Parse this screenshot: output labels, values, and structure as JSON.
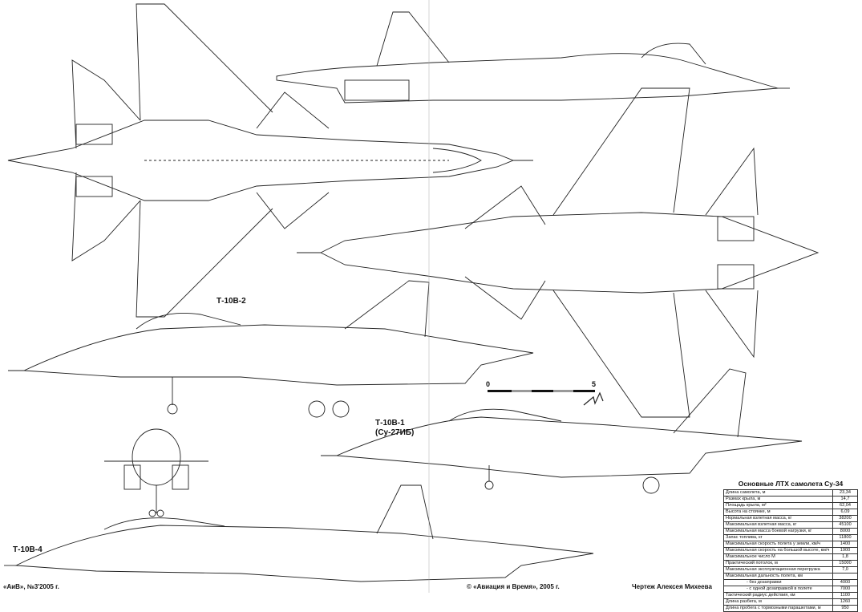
{
  "labels": {
    "t10v2": "Т-10В-2",
    "t10v1_line1": "Т-10В-1",
    "t10v1_line2": "(Су-27ИБ)",
    "t10v4": "Т-10В-4"
  },
  "scale": {
    "start": "0",
    "end": "5"
  },
  "footer": {
    "journal": "«АиВ», №3'2005 г.",
    "copyright": "© «Авиация и Время», 2005 г.",
    "author": "Чертеж Алексея Михеева"
  },
  "specs": {
    "title": "Основные ЛТХ самолета Су-34",
    "rows": [
      {
        "label": "Длина самолета, м",
        "value": "23,34"
      },
      {
        "label": "Размах крыла, м",
        "value": "14,7"
      },
      {
        "label": "Площадь крыла, м²",
        "value": "62,04"
      },
      {
        "label": "Высота на стоянке, м",
        "value": "6,09"
      },
      {
        "label": "Нормальная взлетная масса, кг",
        "value": "38200"
      },
      {
        "label": "Максимальная взлетная масса, кг",
        "value": "45100"
      },
      {
        "label": "Максимальная масса боевой нагрузки, кг",
        "value": "8000"
      },
      {
        "label": "Запас топлива, кг",
        "value": "11800"
      },
      {
        "label": "Максимальная скорость полета у земли, км/ч",
        "value": "1400"
      },
      {
        "label": "Максимальная скорость на большой высоте, км/ч",
        "value": "1900"
      },
      {
        "label": "Максимальное число М",
        "value": "1,8"
      },
      {
        "label": "Практический потолок, м",
        "value": "15000"
      },
      {
        "label": "Максимальная эксплуатационная перегрузка",
        "value": "7,0"
      },
      {
        "label": "Максимальная дальность полета, км",
        "value": ""
      },
      {
        "label": "- без дозаправки",
        "value": "4000"
      },
      {
        "label": "- с одной дозаправкой в полете",
        "value": "7000"
      },
      {
        "label": "Тактический радиус действия, км",
        "value": "1100"
      },
      {
        "label": "Длина разбега, м",
        "value": "1260"
      },
      {
        "label": "Длина пробега с тормозными парашютами, м",
        "value": "950"
      }
    ]
  }
}
